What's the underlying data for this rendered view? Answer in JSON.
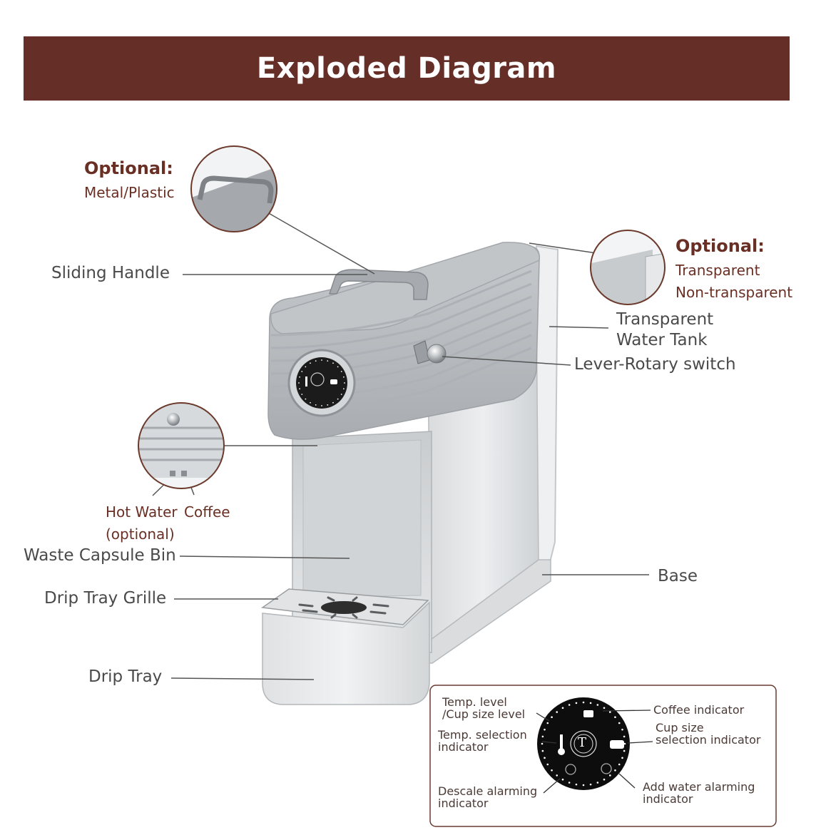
{
  "header": {
    "title": "Exploded Diagram",
    "color": "#652f27"
  },
  "callouts": {
    "handle_option_title": "Optional:",
    "handle_option_value": "Metal/Plastic",
    "tank_option_title": "Optional:",
    "tank_option_values": [
      "Transparent",
      "Non-transparent"
    ],
    "outlet_labels": [
      "Hot Water",
      "Coffee",
      "(optional)"
    ]
  },
  "parts": {
    "sliding_handle": "Sliding Handle",
    "water_tank": [
      "Transparent",
      "Water Tank"
    ],
    "lever_switch": "Lever-Rotary switch",
    "waste_bin": "Waste Capsule Bin",
    "drip_tray_grille": "Drip Tray Grille",
    "base": "Base",
    "drip_tray": "Drip Tray"
  },
  "control_panel": {
    "temp_level": [
      "Temp. level",
      "/Cup size level"
    ],
    "temp_selection": [
      "Temp. selection",
      "indicator"
    ],
    "descale": [
      "Descale alarming",
      "indicator"
    ],
    "coffee_indicator": "Coffee indicator",
    "cup_size": [
      "Cup size",
      "selection indicator"
    ],
    "add_water": [
      "Add water alarming",
      "indicator"
    ],
    "logo_letter": "T"
  }
}
